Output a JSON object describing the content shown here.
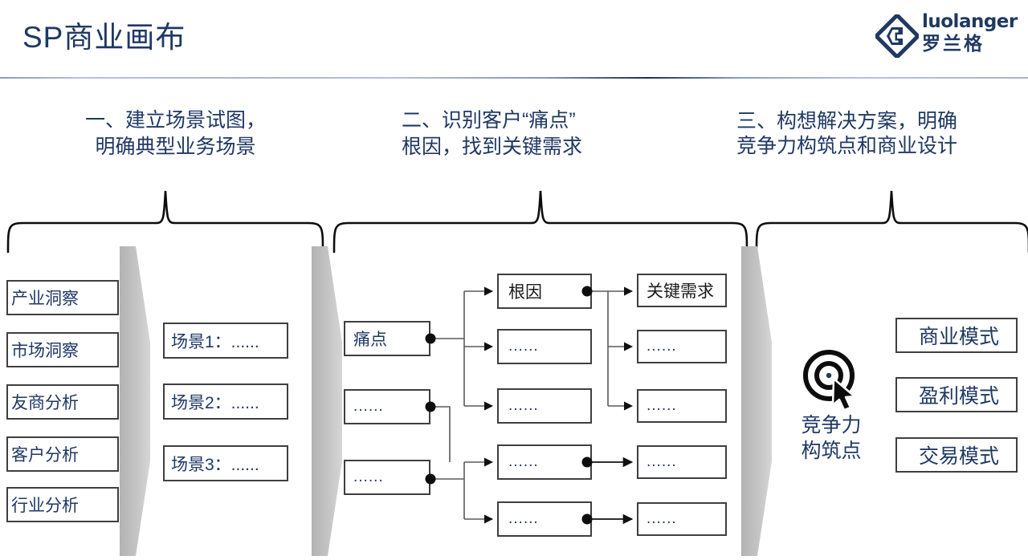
{
  "header": {
    "title": "SP商业画布",
    "logo": {
      "latin": "luolanger",
      "chinese": "罗兰格",
      "mark": "diamond-logo-icon",
      "color": "#1f3864"
    },
    "rule_color": "#8c9bb5"
  },
  "sections": [
    {
      "id": "section-1",
      "heading_line1": "一、建立场景试图，",
      "heading_line2": "明确典型业务场景"
    },
    {
      "id": "section-2",
      "heading_line1": "二、识别客户“痛点”",
      "heading_line2": "根因，找到关键需求"
    },
    {
      "id": "section-3",
      "heading_line1": "三、构想解决方案，明确",
      "heading_line2": "竞争力构筑点和商业设计"
    }
  ],
  "insight_boxes": [
    {
      "label": "产业洞察"
    },
    {
      "label": "市场洞察"
    },
    {
      "label": "友商分析"
    },
    {
      "label": "客户分析"
    },
    {
      "label": "行业分析"
    }
  ],
  "scenario_boxes": [
    {
      "label": "场景1：......"
    },
    {
      "label": "场景2：......"
    },
    {
      "label": "场景3：......"
    }
  ],
  "pain_point_boxes": [
    {
      "label": "痛点"
    },
    {
      "label": "......"
    },
    {
      "label": "......"
    }
  ],
  "root_cause_boxes": [
    {
      "label": "根因"
    },
    {
      "label": "......"
    },
    {
      "label": "......"
    },
    {
      "label": "......"
    },
    {
      "label": "......"
    }
  ],
  "key_requirement_boxes": [
    {
      "label": "关键需求"
    },
    {
      "label": "......"
    },
    {
      "label": "......"
    },
    {
      "label": "......"
    },
    {
      "label": "......"
    }
  ],
  "competitiveness": {
    "icon": "target-cursor-icon",
    "label": "竞争力\n构筑点"
  },
  "model_boxes": [
    {
      "label": "商业模式"
    },
    {
      "label": "盈利模式"
    },
    {
      "label": "交易模式"
    }
  ],
  "colors": {
    "brand_navy": "#1f3864",
    "box_border": "#3f3f3f",
    "chevron_gray": "#bfbfbf",
    "background": "#ffffff"
  }
}
